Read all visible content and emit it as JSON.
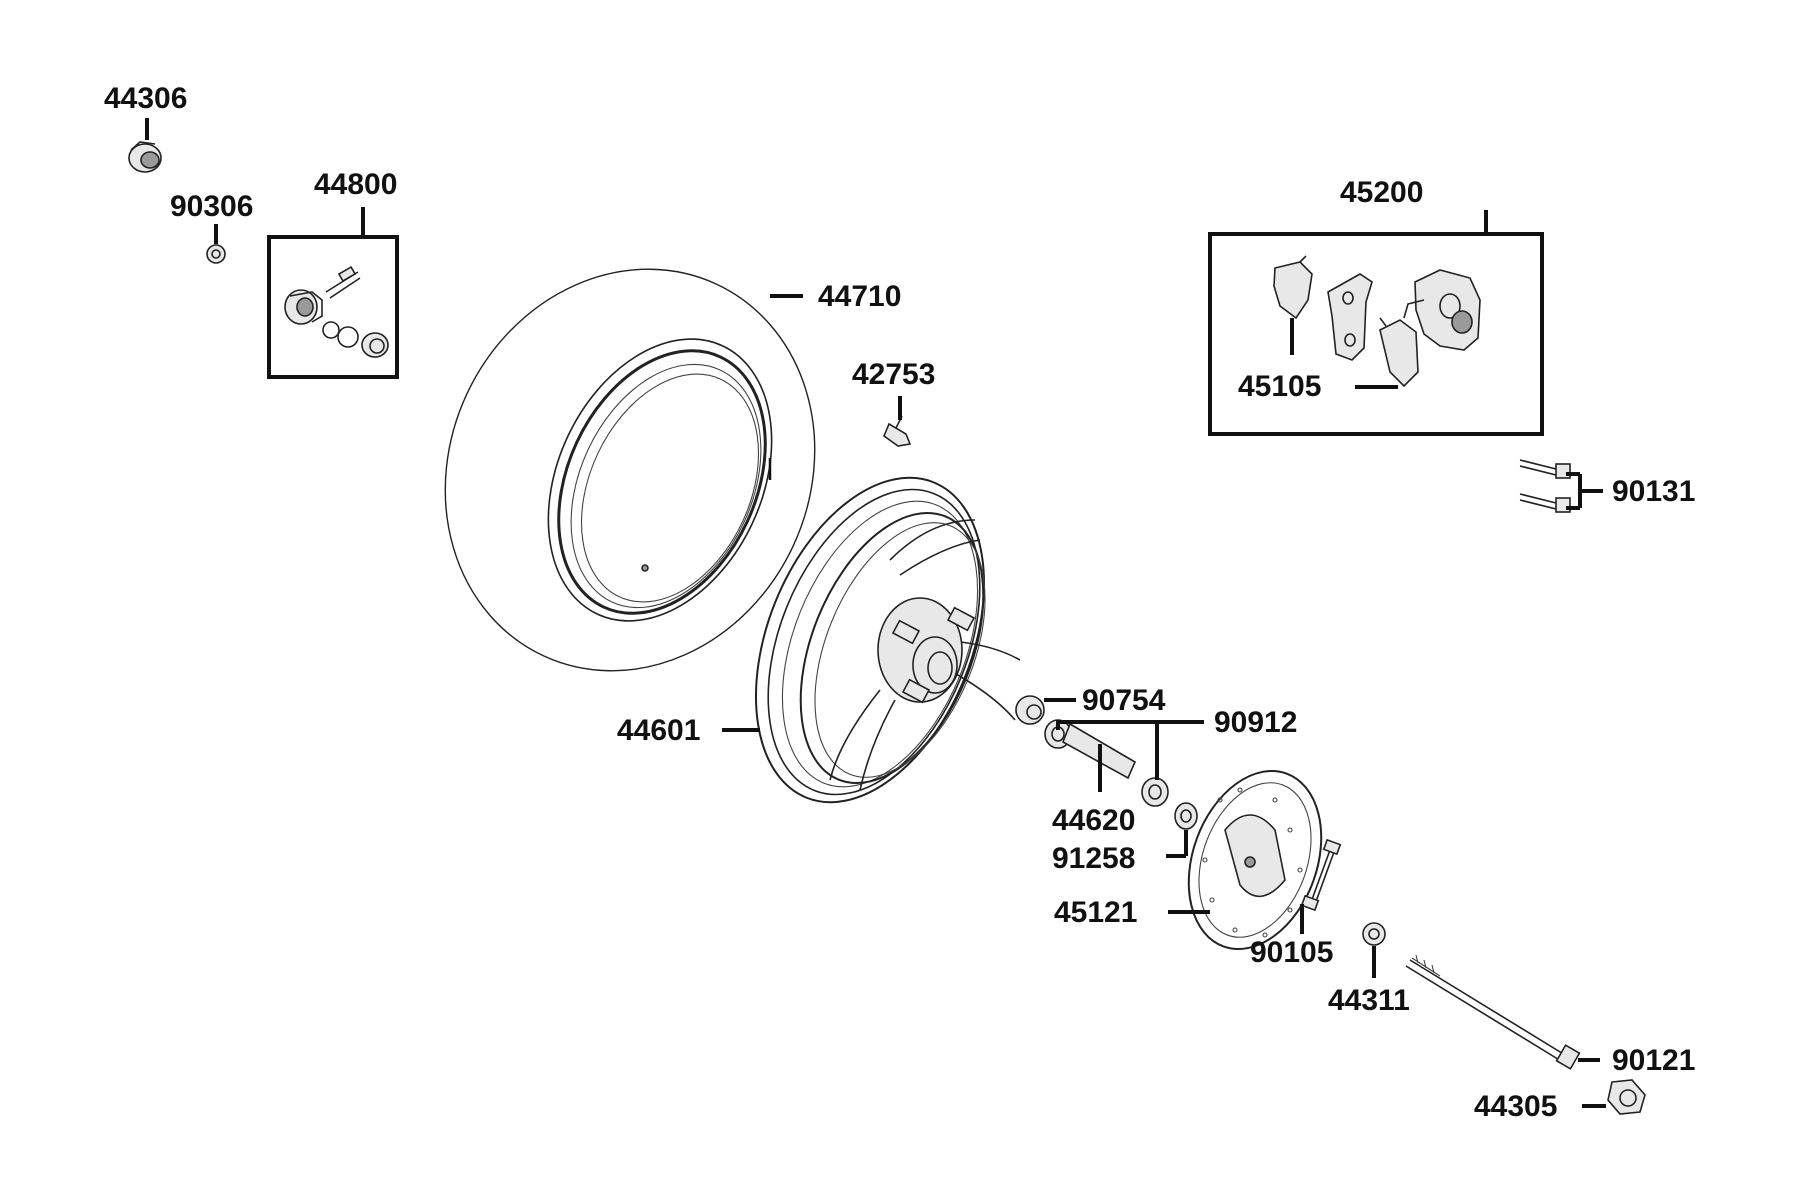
{
  "diagram": {
    "callouts": [
      {
        "id": "44306",
        "label": "44306"
      },
      {
        "id": "90306",
        "label": "90306"
      },
      {
        "id": "44800",
        "label": "44800"
      },
      {
        "id": "44710",
        "label": "44710"
      },
      {
        "id": "42753",
        "label": "42753"
      },
      {
        "id": "45200",
        "label": "45200"
      },
      {
        "id": "45105",
        "label": "45105"
      },
      {
        "id": "90131",
        "label": "90131"
      },
      {
        "id": "90754",
        "label": "90754"
      },
      {
        "id": "90912",
        "label": "90912"
      },
      {
        "id": "44601",
        "label": "44601"
      },
      {
        "id": "44620",
        "label": "44620"
      },
      {
        "id": "91258",
        "label": "91258"
      },
      {
        "id": "45121",
        "label": "45121"
      },
      {
        "id": "90105",
        "label": "90105"
      },
      {
        "id": "44311",
        "label": "44311"
      },
      {
        "id": "90121",
        "label": "90121"
      },
      {
        "id": "44305",
        "label": "44305"
      }
    ]
  }
}
